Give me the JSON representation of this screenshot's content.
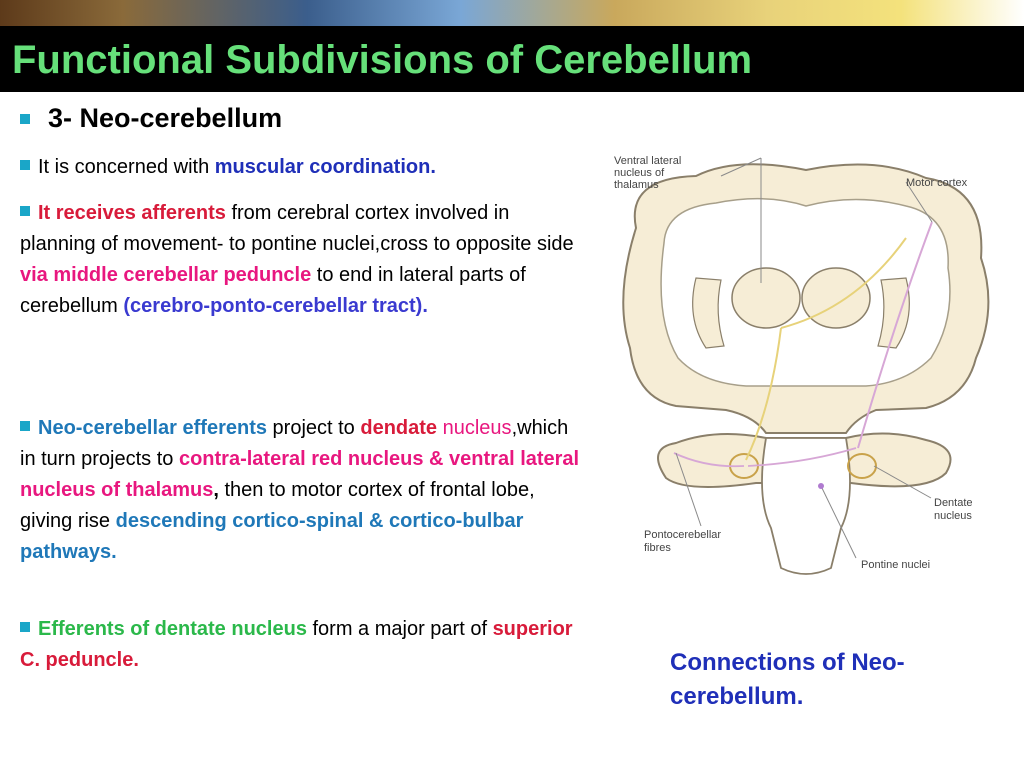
{
  "title": "Functional Subdivisions of Cerebellum",
  "heading": "3- Neo-cerebellum",
  "p1": {
    "a": "It is concerned with ",
    "b": "muscular coordination."
  },
  "p2": {
    "a": "It receives afferents",
    "b": " from cerebral cortex involved in planning of movement- to pontine nuclei,cross to opposite side ",
    "c": "via middle cerebellar peduncle",
    "d": "  to end in lateral parts of cerebellum ",
    "e": "(cerebro-ponto-cerebellar tract)."
  },
  "p3": {
    "a": "Neo-cerebellar efferents",
    "b": " project  to ",
    "c": "dendate",
    "d": " nucleus",
    "e": ",which in turn projects to ",
    "f": "contra-lateral red nucleus & ventral lateral nucleus of thalamus",
    "g": ",",
    "h": " then to motor cortex of frontal lobe, giving rise ",
    "i": "descending cortico-spinal & cortico-bulbar pathways."
  },
  "p4": {
    "a": "Efferents of dentate nucleus",
    "b": " form a major part of ",
    "c": "superior C. peduncle."
  },
  "figure": {
    "label_thalamus_1": "Ventral lateral",
    "label_thalamus_2": "nucleus of",
    "label_thalamus_3": "thalamus",
    "label_motor": "Motor cortex",
    "label_dentate_1": "Dentate",
    "label_dentate_2": "nucleus",
    "label_ponto_1": "Pontocerebellar",
    "label_ponto_2": "fibres",
    "label_pontine": "Pontine nuclei"
  },
  "caption": "Connections of Neo-cerebellum.",
  "colors": {
    "title_text": "#66e07a",
    "title_background": "#000000",
    "bullet": "#1aa6c8",
    "blue": "#1f2fb8",
    "pink": "#e8177f",
    "green": "#2bb84a"
  }
}
